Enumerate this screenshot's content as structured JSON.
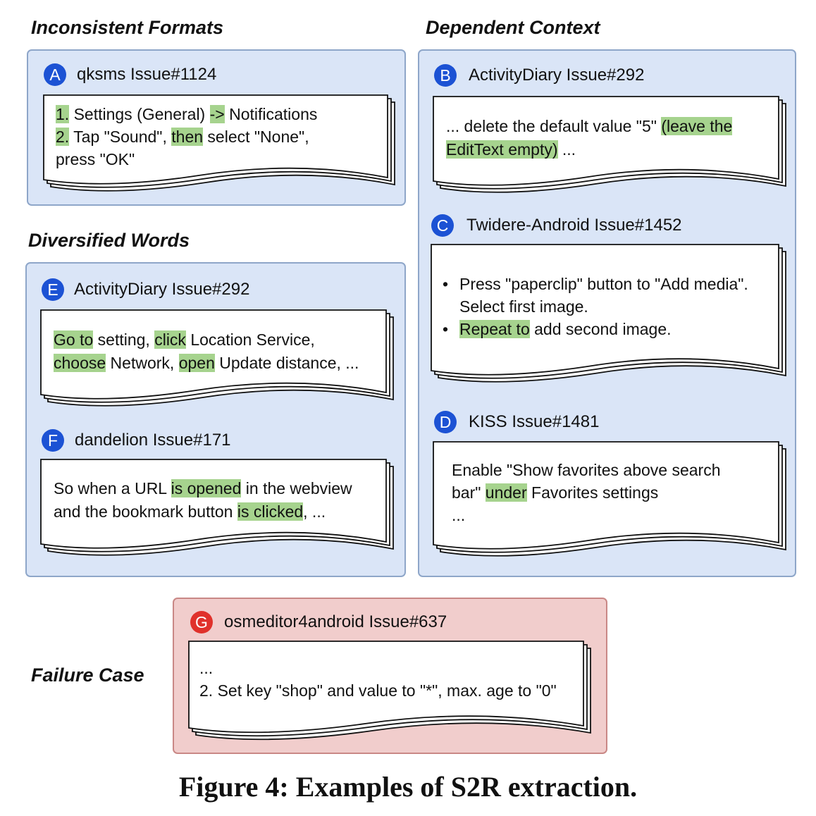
{
  "sections": {
    "inconsistent": "Inconsistent Formats",
    "dependent": "Dependent Context",
    "diversified": "Diversified Words",
    "failure": "Failure Case"
  },
  "examples": {
    "A": {
      "badge": "A",
      "title": "qksms Issue#1124",
      "line1": {
        "num": "1.",
        "a": " Settings (General) ",
        "arrow": "->",
        "b": " Notifications"
      },
      "line2": {
        "num": "2.",
        "a": " Tap \"Sound\", ",
        "then": "then",
        "b": " select \"None\","
      },
      "line3": "press \"OK\""
    },
    "B": {
      "badge": "B",
      "title": "ActivityDiary Issue#292",
      "line1": {
        "a": "... delete the default value \"5\" ",
        "hl": "(leave the"
      },
      "line2": {
        "hl": "EditText empty)",
        "b": " ..."
      }
    },
    "C": {
      "badge": "C",
      "title": "Twidere-Android Issue#1452",
      "bullet": "•",
      "line1": "Press \"paperclip\" button to \"Add media\".",
      "line2": "Select first image.",
      "line3": {
        "hl": "Repeat to",
        "b": " add second image."
      }
    },
    "D": {
      "badge": "D",
      "title": "KISS Issue#1481",
      "line1": "Enable \"Show favorites above search",
      "line2": {
        "a": "bar\" ",
        "hl": "under",
        "b": " Favorites settings"
      },
      "line3": "..."
    },
    "E": {
      "badge": "E",
      "title": "ActivityDiary Issue#292",
      "line1": {
        "h1": "Go to",
        "a": " setting, ",
        "h2": "click",
        "b": " Location Service,"
      },
      "line2": {
        "h1": "choose",
        "a": " Network, ",
        "h2": "open",
        "b": " Update distance, ..."
      }
    },
    "F": {
      "badge": "F",
      "title": "dandelion Issue#171",
      "line1": {
        "a": "So when a URL ",
        "hl": "is opened",
        "b": " in the webview"
      },
      "line2": {
        "a": "and the bookmark button ",
        "hl": "is clicked",
        "b": ", ..."
      }
    },
    "G": {
      "badge": "G",
      "title": "osmeditor4android Issue#637",
      "line1": "...",
      "line2": "2. Set key \"shop\" and value to \"*\", max. age to \"0\""
    }
  },
  "caption": "Figure 4: Examples of S2R extraction.",
  "colors": {
    "panel_blue": "#dae5f7",
    "panel_red": "#f1cdcc",
    "badge_blue": "#1c52d4",
    "badge_red": "#e0312b",
    "highlight": "#a6d38e"
  }
}
